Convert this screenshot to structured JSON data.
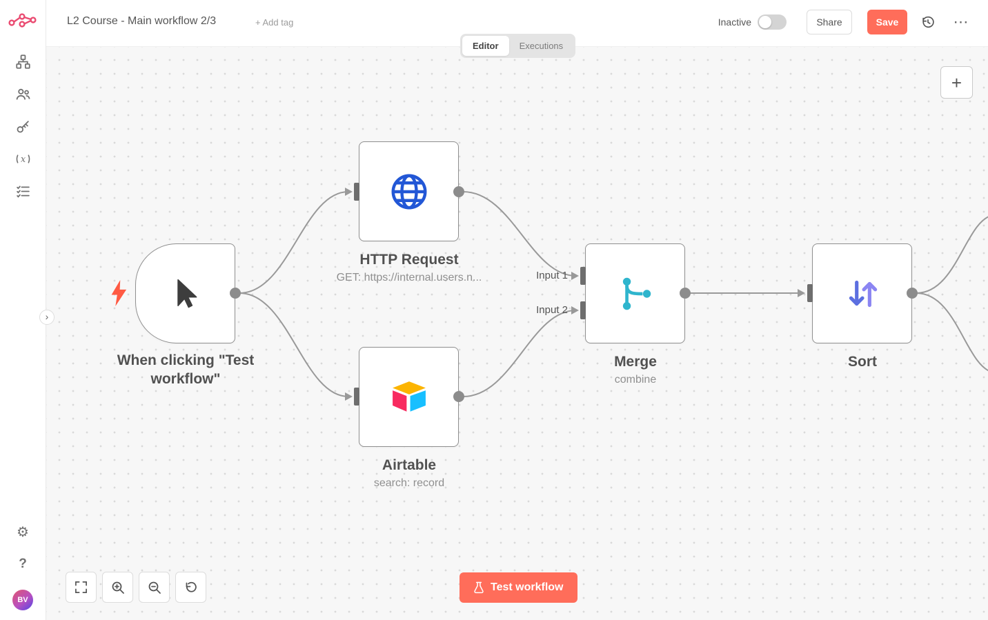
{
  "header": {
    "title": "L2 Course - Main workflow 2/3",
    "add_tag": "+ Add tag",
    "tabs": {
      "editor": "Editor",
      "executions": "Executions"
    },
    "status": "Inactive",
    "share": "Share",
    "save": "Save"
  },
  "sidebar": {
    "avatar": "BV",
    "help": "?"
  },
  "icons": {
    "gear": "⚙",
    "more": "⋯",
    "plus": "+",
    "chevron_right": "›",
    "variables_x": "x"
  },
  "canvas": {
    "nodes": {
      "trigger": {
        "title": "When clicking \"Test workflow\""
      },
      "http": {
        "title": "HTTP Request",
        "subtitle": "GET: https://internal.users.n..."
      },
      "airtable": {
        "title": "Airtable",
        "subtitle": "search: record"
      },
      "merge": {
        "title": "Merge",
        "subtitle": "combine"
      },
      "sort": {
        "title": "Sort"
      }
    },
    "labels": {
      "input1": "Input 1",
      "input2": "Input 2"
    }
  },
  "controls": {
    "test_workflow": "Test workflow"
  },
  "colors": {
    "accent": "#ff6d5a",
    "connection": "#999999",
    "node_border": "#8f8f8f",
    "canvas_dot": "#d9d9d9"
  }
}
